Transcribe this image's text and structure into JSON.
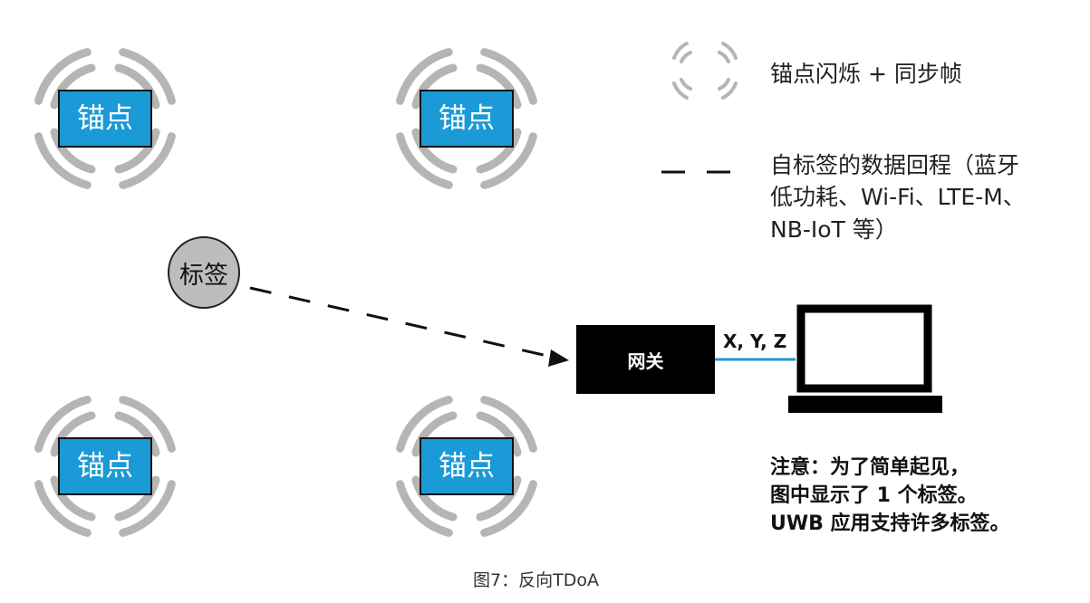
{
  "anchors": [
    {
      "label": "锚点"
    },
    {
      "label": "锚点"
    },
    {
      "label": "锚点"
    },
    {
      "label": "锚点"
    }
  ],
  "tag": {
    "label": "标签"
  },
  "gateway": {
    "label": "网关"
  },
  "link_label": "X, Y, Z",
  "legend": {
    "flash_label": "锚点闪烁 + 同步帧",
    "backhaul_lines": [
      "自标签的数据回程（蓝牙",
      "低功耗、Wi-Fi、LTE-M、",
      "NB-IoT 等）"
    ]
  },
  "note_lines": [
    "注意：为了简单起见，",
    "图中显示了 1 个标签。",
    "UWB 应用支持许多标签。"
  ],
  "caption": "图7：反向TDoA",
  "colors": {
    "anchor_fill": "#1a9ad6",
    "wave": "#b5b5b5",
    "tag_fill": "#bdbdbd",
    "gateway_fill": "#000000",
    "link_line": "#1a9ad6"
  }
}
